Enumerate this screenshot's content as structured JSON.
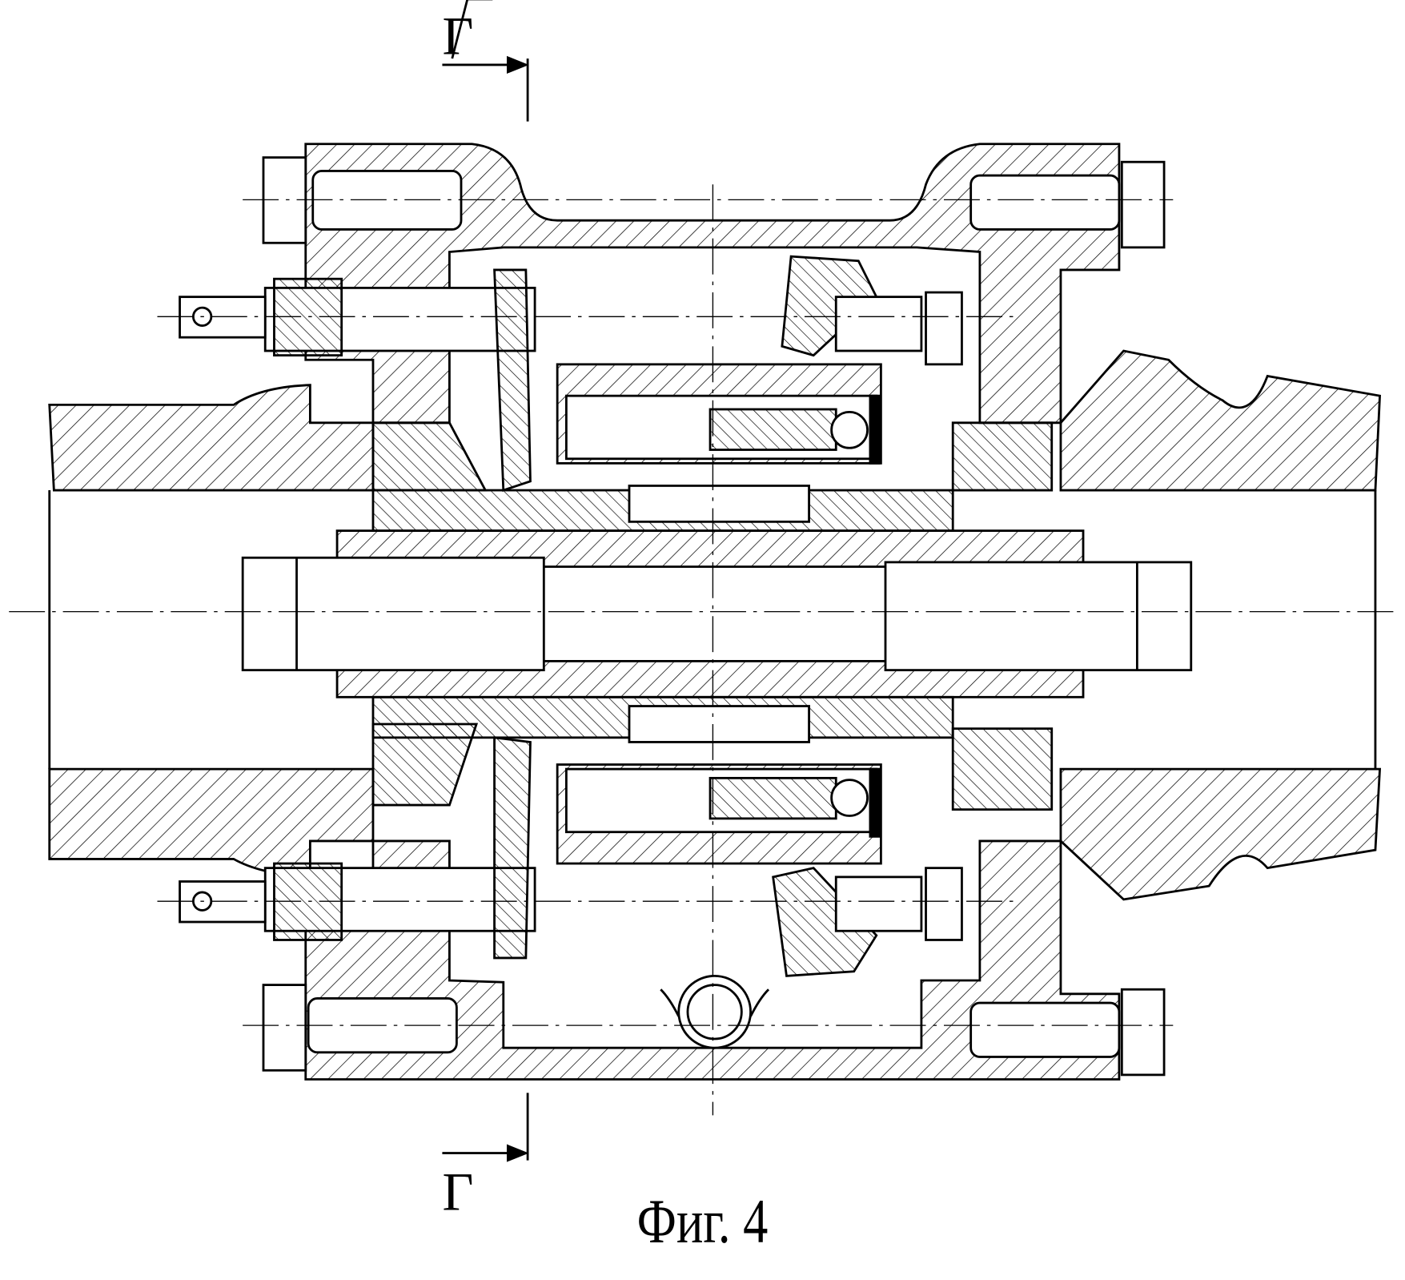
{
  "figure": {
    "caption": "Фиг. 4",
    "section_marker_top": "Г",
    "section_marker_bottom": "Г"
  },
  "colors": {
    "line": "#000000",
    "background": "#ffffff"
  }
}
